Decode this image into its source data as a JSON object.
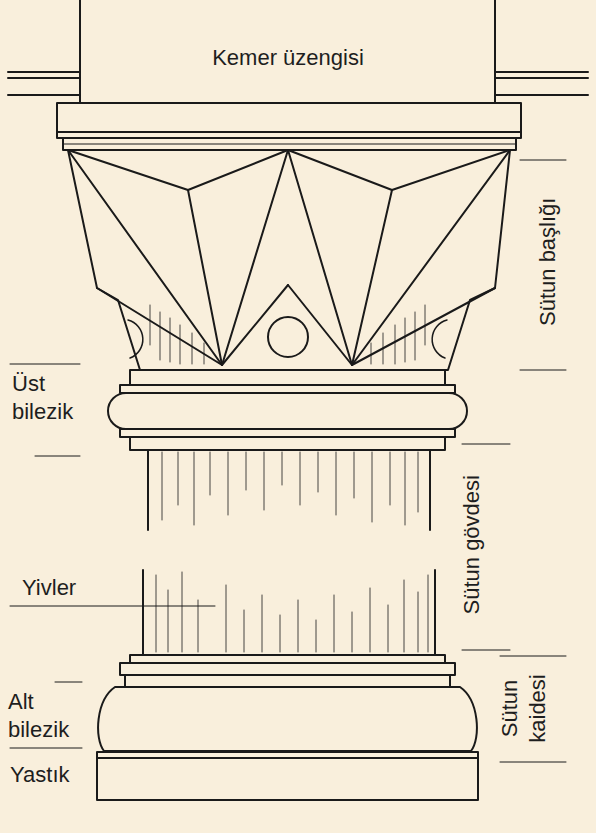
{
  "diagram": {
    "labels": [
      "Kemer üzengisi",
      "Sütun başlığı",
      "Üst bilezik",
      "Sütun gövdesi",
      "Yivler",
      "Alt bilezik",
      "Sütun kaidesi",
      "Yastık"
    ]
  }
}
